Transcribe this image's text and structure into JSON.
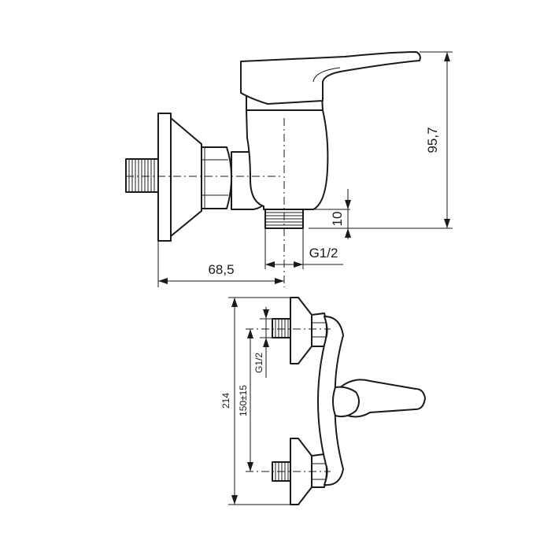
{
  "dimensions": {
    "height_top": "95,7",
    "offset_outlet": "10",
    "width_wall": "68,5",
    "thread_top": "G1/2",
    "total_width": "214",
    "centers": "150±15",
    "thread_bottom": "G1/2"
  }
}
